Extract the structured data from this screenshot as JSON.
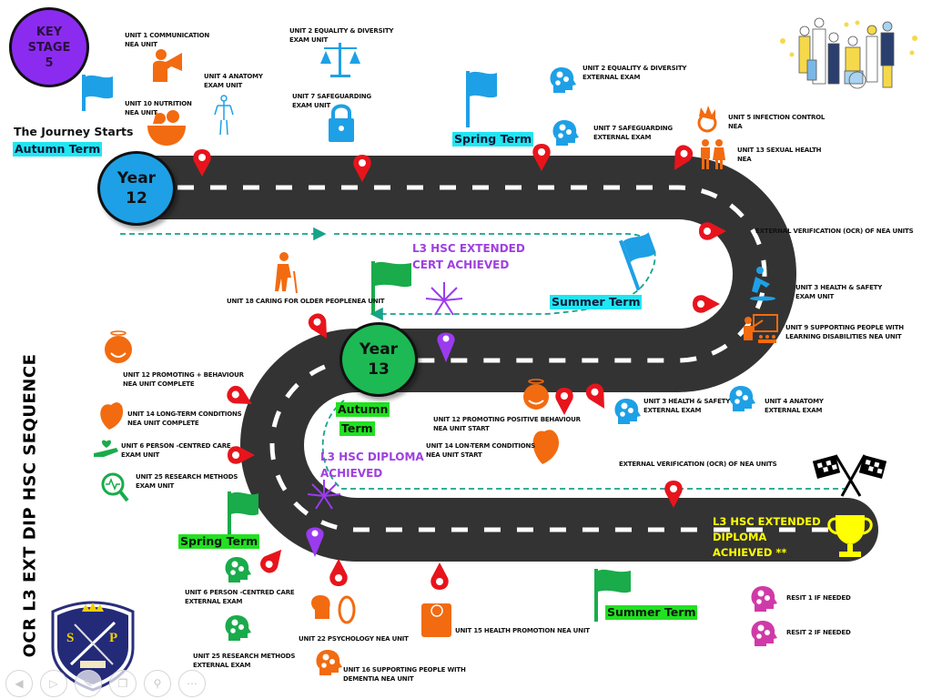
{
  "title": "OCR L3 EXT DIP HSC SEQUENCE",
  "key_stage": {
    "line1": "KEY",
    "line2": "STAGE",
    "line3": "5"
  },
  "journey_start": "The Journey Starts",
  "years": [
    {
      "label": "Year",
      "number": "12",
      "color": "#1ea0e6"
    },
    {
      "label": "Year",
      "number": "13",
      "color": "#1db954"
    }
  ],
  "terms": {
    "y12_autumn": "Autumn Term",
    "y12_spring": "Spring Term",
    "y12_summer": "Summer Term",
    "y13_autumn_1": "Autumn",
    "y13_autumn_2": "Term",
    "y13_spring": "Spring Term",
    "y13_summer": "Summer Term"
  },
  "achievements": {
    "cert_1": "L3 HSC EXTENDED",
    "cert_2": "CERT ACHIEVED",
    "diploma_1": "L3 HSC DIPLOMA",
    "diploma_2": "ACHIEVED",
    "ext_diploma_1": "L3 HSC EXTENDED",
    "ext_diploma_2": "DIPLOMA",
    "ext_diploma_3": "ACHIEVED **"
  },
  "units": {
    "u1_comm": "UNIT 1 COMMUNICATION\nNEA UNIT",
    "u10_nutrition": "UNIT 10 NUTRITION\nNEA UNIT",
    "u4_anatomy": "UNIT 4 ANATOMY\nEXAM UNIT",
    "u2_equality": "UNIT 2 EQUALITY & DIVERSITY\nEXAM UNIT",
    "u7_safeguarding": "UNIT 7 SAFEGUARDING\nEXAM UNIT",
    "u2_external": "UNIT 2 EQUALITY & DIVERSITY\nEXTERNAL EXAM",
    "u7_external": "UNIT 7 SAFEGUARDING\nEXTERNAL EXAM",
    "u5_infection": "UNIT 5 INFECTION CONTROL\nNEA",
    "u13_sexual": "UNIT 13 SEXUAL HEALTH\nNEA",
    "ext_verif_1": "EXTERNAL VERIFICATION (OCR) OF NEA UNITS",
    "u3_hs_exam": "UNIT 3 HEALTH & SAFETY\nEXAM UNIT",
    "u9_ld": "UNIT 9 SUPPORTING PEOPLE WITH\nLEARNING DISABILITIES NEA UNIT",
    "u18_older": "UNIT 18 CARING FOR OLDER PEOPLENEA UNIT",
    "u12_complete": "UNIT 12 PROMOTING + BEHAVIOUR\nNEA UNIT COMPLETE",
    "u14_complete": "UNIT 14 LONG-TERM CONDITIONS\nNEA UNIT COMPLETE",
    "u6_exam": "UNIT 6 PERSON -CENTRED CARE\nEXAM UNIT",
    "u25_exam": "UNIT 25 RESEARCH METHODS\nEXAM UNIT",
    "u12_start": "UNIT 12 PROMOTING POSITIVE BEHAVIOUR\nNEA UNIT START",
    "u14_start": "UNIT 14 LON-TERM CONDITIONS\nNEA UNIT START",
    "u3_external": "UNIT 3 HEALTH & SAFETY\nEXTERNAL EXAM",
    "u4_external": "UNIT 4 ANATOMY\nEXTERNAL EXAM",
    "ext_verif_2": "EXTERNAL VERIFICATION (OCR) OF NEA UNITS",
    "u6_external": "UNIT 6 PERSON -CENTRED CARE\nEXTERNAL EXAM",
    "u25_external": "UNIT 25 RESEARCH METHODS\nEXTERNAL EXAM",
    "u22_psych": "UNIT 22 PSYCHOLOGY NEA UNIT",
    "u16_dementia": "UNIT 16 SUPPORTING PEOPLE WITH\nDEMENTIA NEA UNIT",
    "u15_health": "UNIT 15  HEALTH PROMOTION NEA UNIT",
    "resit1": "RESIT 1 IF NEEDED",
    "resit2": "RESIT 2 IF NEEDED"
  },
  "school_crest": {
    "letters_left": "S",
    "letters_right": "P"
  },
  "colors": {
    "road": "#333333",
    "pin": "#e8141c",
    "orange": "#f26b10",
    "blue": "#1ea0e6",
    "green": "#1aab4b",
    "purple": "#a040e0",
    "magenta": "#d03aa8",
    "teal_dash": "#16a38a"
  },
  "slideshow_controls": [
    "previous",
    "play",
    "pen",
    "slides",
    "zoom",
    "more"
  ]
}
